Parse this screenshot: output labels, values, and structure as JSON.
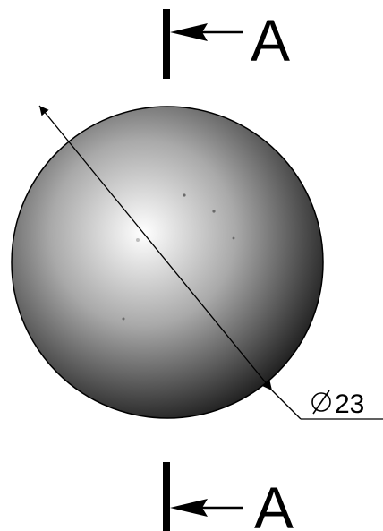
{
  "drawing": {
    "section_top": {
      "letter": "A"
    },
    "section_bottom": {
      "letter": "A"
    },
    "diameter_dimension": {
      "symbol": "∅",
      "value": "23"
    }
  },
  "colors": {
    "line": "#000000",
    "sphere_highlight": "#ffffff",
    "sphere_mid": "#8a8a8a",
    "sphere_shadow": "#141414",
    "background": "#ffffff"
  },
  "icons": {
    "section_arrow": "section-arrow-icon"
  }
}
